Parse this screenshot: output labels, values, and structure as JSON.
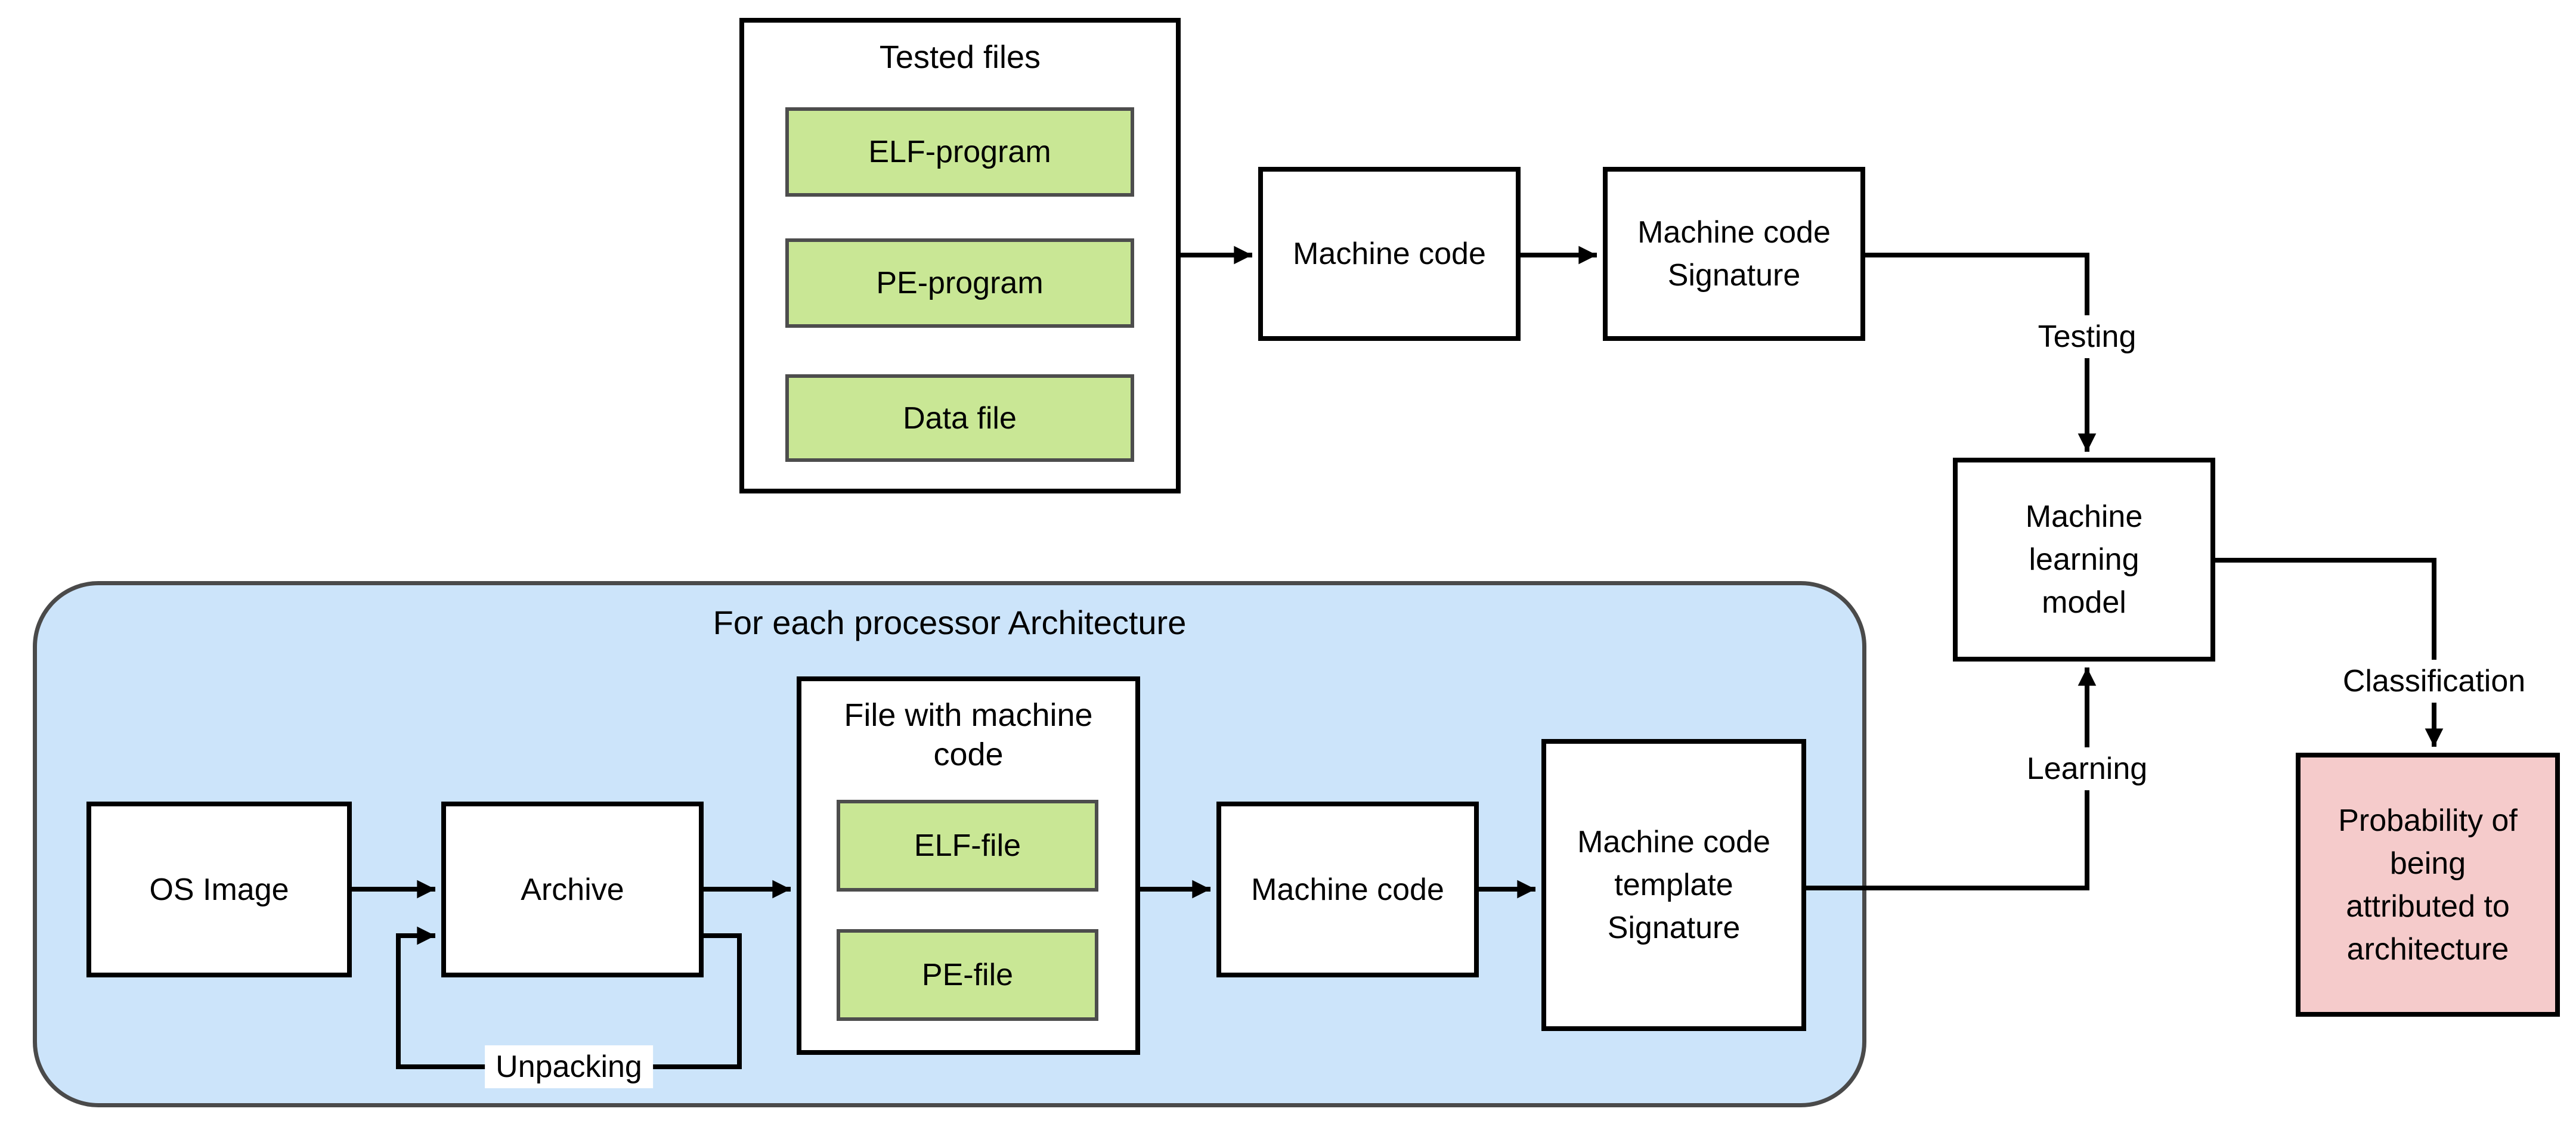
{
  "colors": {
    "green_fill": "#c9e795",
    "green_border": "#4d4d4d",
    "blue_fill": "#cce4fa",
    "blue_border": "#4a4a4a",
    "pink_fill": "#f5cbcb",
    "box_border": "#000000",
    "line": "#000000",
    "text": "#000000",
    "edge_label_bg": "#ffffff"
  },
  "tested_files": {
    "title": "Tested files",
    "items": [
      "ELF-program",
      "PE-program",
      "Data file"
    ]
  },
  "top_flow": {
    "machine_code": "Machine code",
    "signature_lines": [
      "Machine code",
      "Signature"
    ]
  },
  "model": {
    "lines": [
      "Machine",
      "learning",
      "model"
    ]
  },
  "probability": {
    "lines": [
      "Probability of",
      "being",
      "attributed to",
      "architecture"
    ]
  },
  "edge_labels": {
    "testing": "Testing",
    "learning": "Learning",
    "classification": "Classification",
    "unpacking": "Unpacking"
  },
  "architecture_container": {
    "title": "For each processor Architecture"
  },
  "bottom_flow": {
    "os_image": "OS Image",
    "archive": "Archive",
    "file_box_title_lines": [
      "File with machine",
      "code"
    ],
    "file_box_items": [
      "ELF-file",
      "PE-file"
    ],
    "machine_code": "Machine code",
    "template_lines": [
      "Machine code",
      "template",
      "Signature"
    ]
  }
}
